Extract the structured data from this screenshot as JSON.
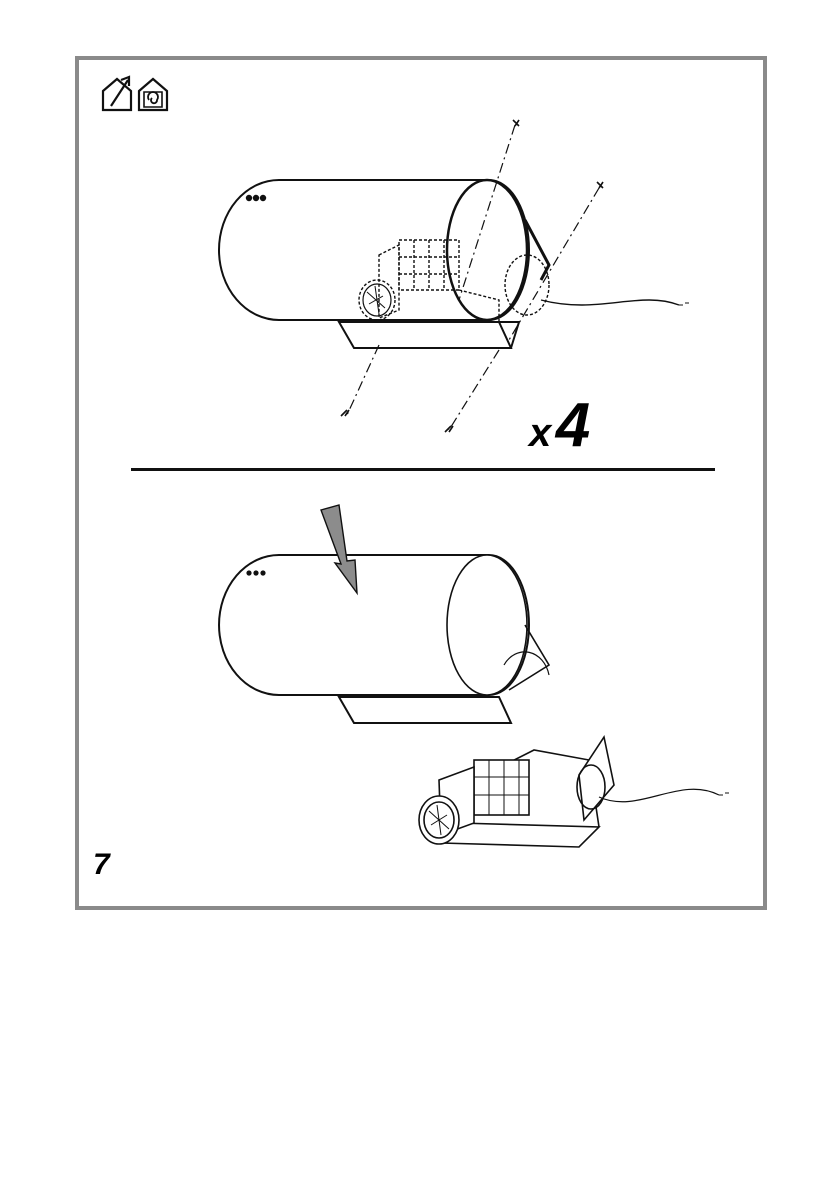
{
  "step": {
    "number": "7"
  },
  "quantity_label": {
    "prefix": "x",
    "count": "4"
  },
  "icons": [
    "ducted-mode-icon",
    "recirculation-mode-icon"
  ],
  "colors": {
    "frame": "#8a8a8a",
    "arrow": "#8c8c8c",
    "ink": "#111111"
  }
}
